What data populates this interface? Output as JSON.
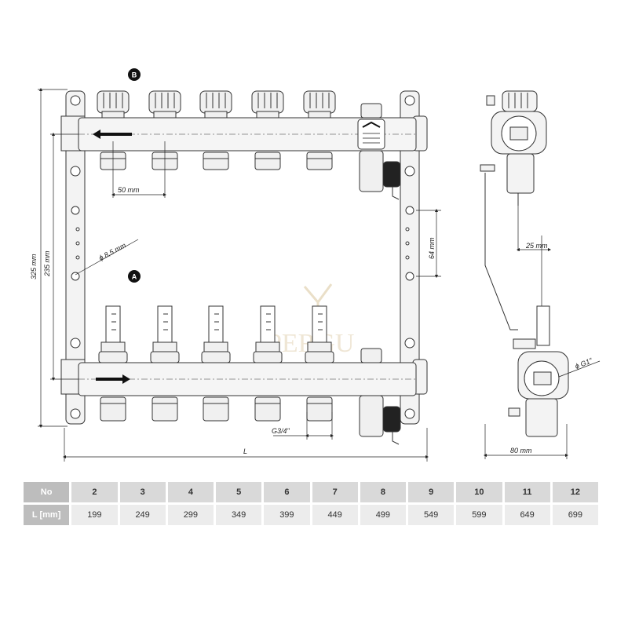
{
  "drawing": {
    "badge_b": "B",
    "badge_a": "A",
    "dim_spacing": "50 mm",
    "dim_hole": "ϕ 8,5 mm",
    "dim_height_total": "325 mm",
    "dim_height_inner": "235 mm",
    "dim_bracket": "64 mm",
    "dim_thread": "G3/4\"",
    "dim_length": "L",
    "side_offset": "25 mm",
    "side_port": "ϕ G1\"",
    "side_depth": "80 mm",
    "watermark": "PERGU"
  },
  "table": {
    "header_label": "No",
    "row_label": "L [mm]",
    "numbers": [
      "2",
      "3",
      "4",
      "5",
      "6",
      "7",
      "8",
      "9",
      "10",
      "11",
      "12"
    ],
    "lengths": [
      "199",
      "249",
      "299",
      "349",
      "399",
      "449",
      "499",
      "549",
      "599",
      "649",
      "699"
    ]
  }
}
